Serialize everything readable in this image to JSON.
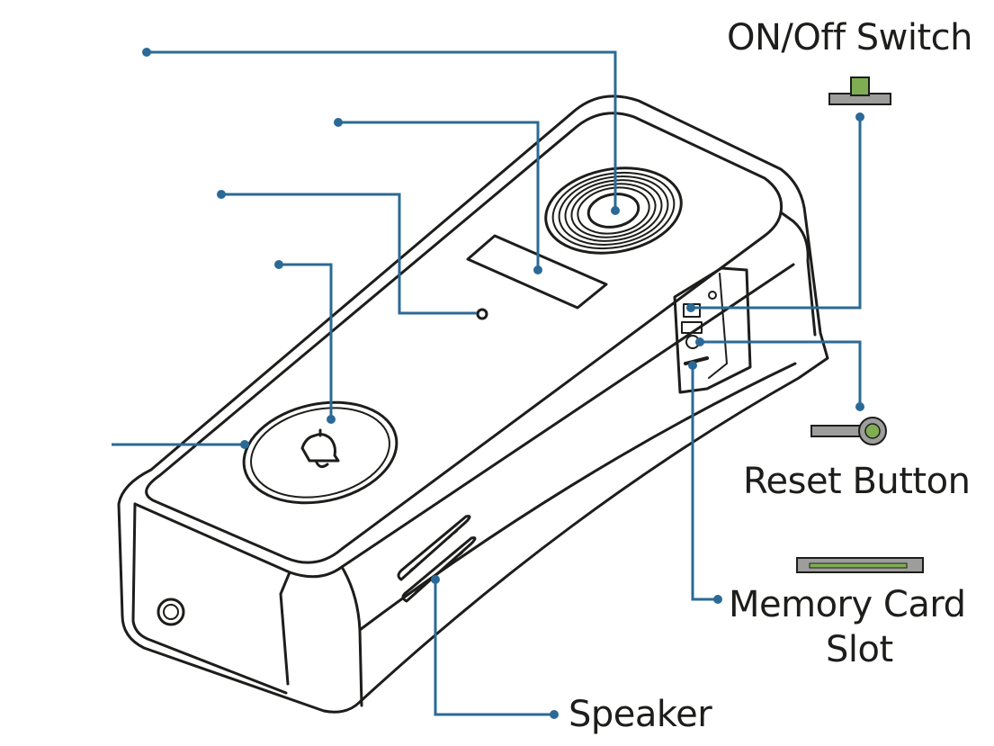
{
  "labels": {
    "on_off_switch": "ON/Off Switch",
    "reset_button": "Reset Button",
    "memory_card_line1": "Memory Card",
    "memory_card_line2": "Slot",
    "speaker": "Speaker"
  },
  "icons": {
    "doorbell_button": "bell-icon",
    "switch_part": "switch-icon",
    "reset_part": "reset-pin-icon",
    "card_part": "memory-card-icon"
  },
  "colors": {
    "leader_line": "#2b6a96",
    "outline": "#1d1d1b",
    "part_green": "#7fae52",
    "part_gray": "#9d9d9c"
  }
}
